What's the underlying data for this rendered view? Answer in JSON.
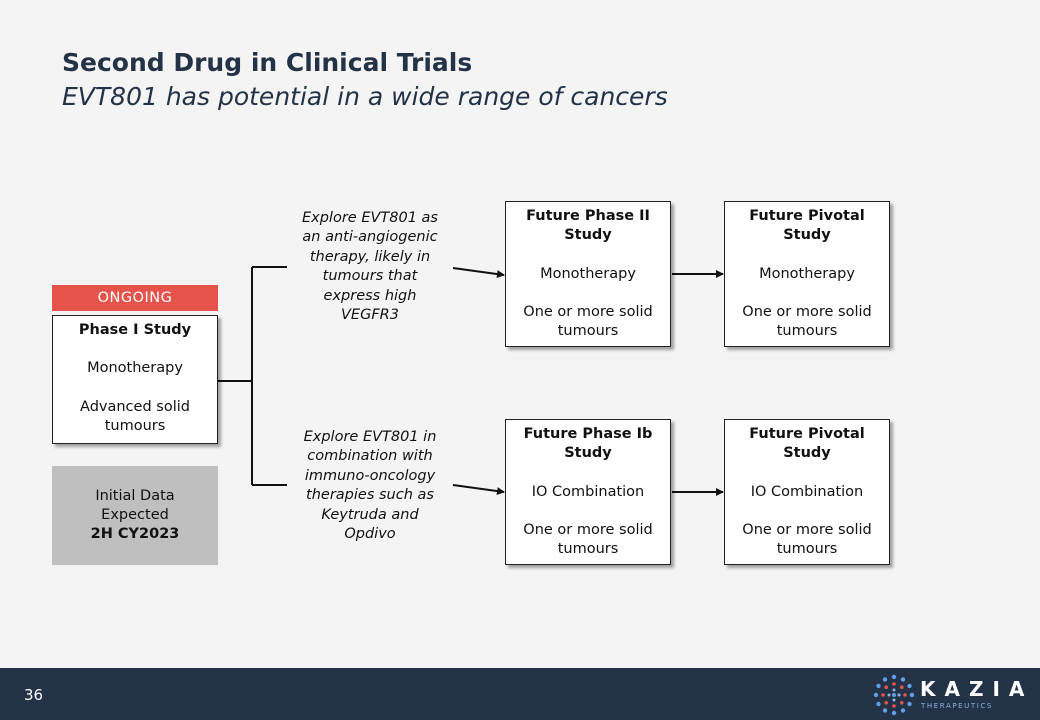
{
  "header": {
    "title": "Second Drug in Clinical Trials",
    "subtitle": "EVT801 has potential in a wide range of cancers"
  },
  "ongoing_label": "ONGOING",
  "phase1": {
    "title": "Phase I Study",
    "line1": "Monotherapy",
    "line2a": "Advanced solid",
    "line2b": "tumours"
  },
  "initial_data": {
    "line1": "Initial Data",
    "line2": "Expected",
    "line3": "2H CY2023"
  },
  "note_top": {
    "lines": [
      "Explore EVT801 as",
      "an anti-angiogenic",
      "therapy, likely in",
      "tumours that",
      "express high",
      "VEGFR3"
    ]
  },
  "note_bottom": {
    "lines": [
      "Explore EVT801 in",
      "combination with",
      "immuno-oncology",
      "therapies such as",
      "Keytruda and",
      "Opdivo"
    ]
  },
  "boxes": {
    "phase2": {
      "title1": "Future Phase II",
      "title2": "Study",
      "line1": "Monotherapy",
      "line2a": "One or more solid",
      "line2b": "tumours"
    },
    "pivotal_top": {
      "title1": "Future Pivotal",
      "title2": "Study",
      "line1": "Monotherapy",
      "line2a": "One or more solid",
      "line2b": "tumours"
    },
    "phase1b": {
      "title1": "Future Phase Ib",
      "title2": "Study",
      "line1": "IO Combination",
      "line2a": "One or more solid",
      "line2b": "tumours"
    },
    "pivotal_bottom": {
      "title1": "Future Pivotal",
      "title2": "Study",
      "line1": "IO Combination",
      "line2a": "One or more solid",
      "line2b": "tumours"
    }
  },
  "footer": {
    "page_number": "36",
    "logo_word": "KAZIA",
    "logo_sub": "THERAPEUTICS"
  },
  "colors": {
    "navy": "#233247",
    "ongoing_red": "#e5534b",
    "grey_box": "#bfbfbf",
    "logo_blue": "#8ab4e8"
  }
}
